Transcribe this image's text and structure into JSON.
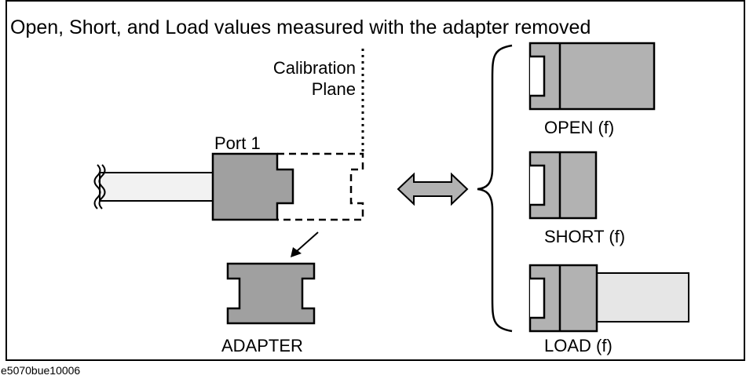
{
  "title": "Open, Short, and Load values measured with the adapter removed",
  "labels": {
    "calibration_plane_line1": "Calibration",
    "calibration_plane_line2": "Plane",
    "port": "Port 1",
    "adapter": "ADAPTER",
    "open": "OPEN (f)",
    "short": "SHORT (f)",
    "load": "LOAD (f)"
  },
  "figure_id": "e5070bue10006",
  "colors": {
    "port_body": "#a0a0a0",
    "standard_body": "#b2b2b2",
    "cable": "#f2f2f2",
    "load_resistor": "#e6e6e6",
    "outline": "#000000"
  }
}
